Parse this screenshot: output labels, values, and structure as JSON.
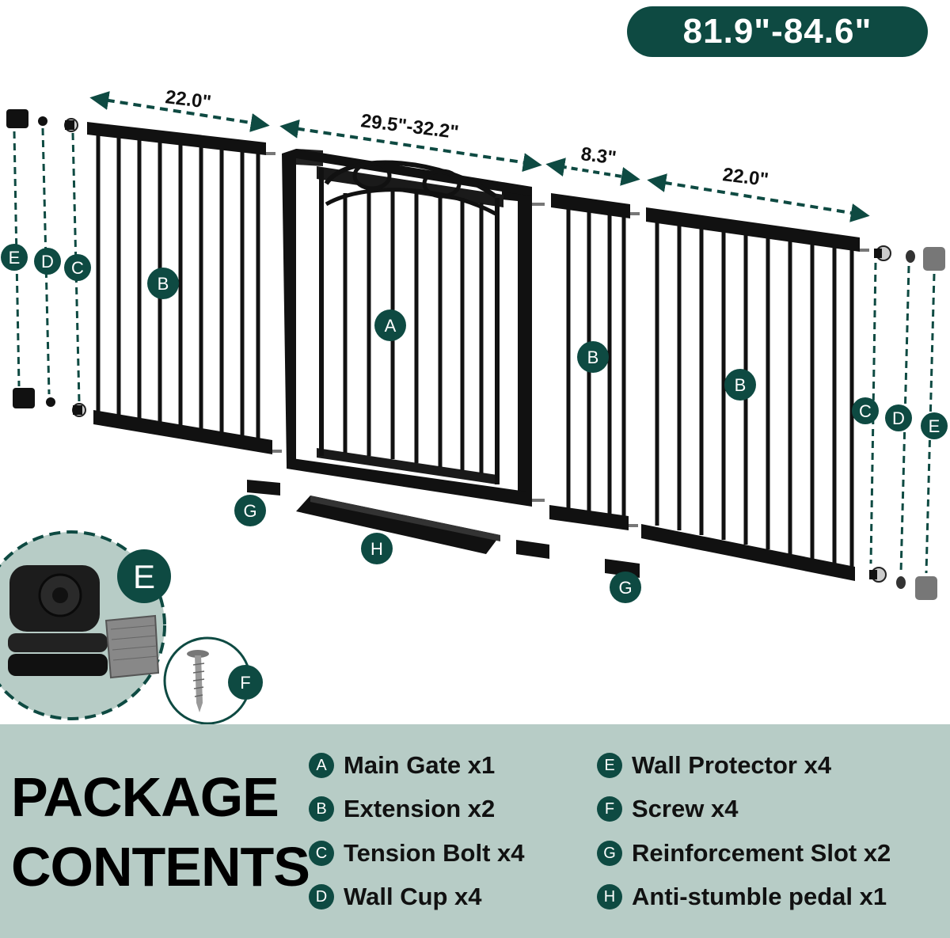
{
  "total_width": "81.9\"-84.6\"",
  "dimensions": {
    "left_panel": "22.0\"",
    "main_gate": "29.5\"-32.2\"",
    "small_extension": "8.3\"",
    "right_panel": "22.0\""
  },
  "callouts": {
    "a": "A",
    "b": "B",
    "c": "C",
    "d": "D",
    "e": "E",
    "f": "F",
    "g": "G",
    "h": "H"
  },
  "package": {
    "title_line1": "PACKAGE",
    "title_line2": "CONTENTS",
    "items": [
      {
        "letter": "A",
        "label": "Main Gate x1"
      },
      {
        "letter": "B",
        "label": "Extension x2"
      },
      {
        "letter": "C",
        "label": "Tension Bolt x4"
      },
      {
        "letter": "D",
        "label": "Wall Cup x4"
      },
      {
        "letter": "E",
        "label": "Wall Protector x4"
      },
      {
        "letter": "F",
        "label": "Screw x4"
      },
      {
        "letter": "G",
        "label": "Reinforcement Slot x2"
      },
      {
        "letter": "H",
        "label": "Anti-stumble pedal x1"
      }
    ]
  },
  "colors": {
    "accent": "#0e4a42",
    "panel_bg": "#b7ccc6",
    "metal": "#111111"
  }
}
